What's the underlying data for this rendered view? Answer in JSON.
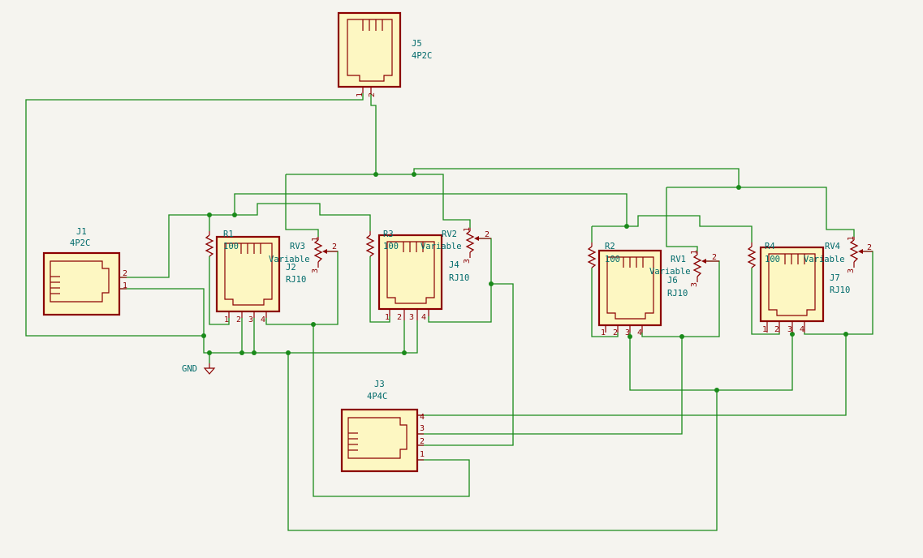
{
  "components": {
    "J1": {
      "ref": "J1",
      "value": "4P2C",
      "pins": [
        "2",
        "1"
      ]
    },
    "J2": {
      "ref": "J2",
      "value": "RJ10",
      "pins": [
        "1",
        "2",
        "3",
        "4"
      ]
    },
    "J3": {
      "ref": "J3",
      "value": "4P4C",
      "pins": [
        "4",
        "3",
        "2",
        "1"
      ]
    },
    "J4": {
      "ref": "J4",
      "value": "RJ10",
      "pins": [
        "1",
        "2",
        "3",
        "4"
      ]
    },
    "J5": {
      "ref": "J5",
      "value": "4P2C",
      "pins": [
        "1",
        "2"
      ]
    },
    "J6": {
      "ref": "J6",
      "value": "RJ10",
      "pins": [
        "1",
        "2",
        "3",
        "4"
      ]
    },
    "J7": {
      "ref": "J7",
      "value": "RJ10",
      "pins": [
        "1",
        "2",
        "3",
        "4"
      ]
    },
    "R1": {
      "ref": "R1",
      "value": "100"
    },
    "R2": {
      "ref": "R2",
      "value": "100"
    },
    "R3": {
      "ref": "R3",
      "value": "100"
    },
    "R4": {
      "ref": "R4",
      "value": "100"
    },
    "RV1": {
      "ref": "RV1",
      "value": "Variable",
      "pins": [
        "1",
        "2",
        "3"
      ]
    },
    "RV2": {
      "ref": "RV2",
      "value": "Variable",
      "pins": [
        "1",
        "2",
        "3"
      ]
    },
    "RV3": {
      "ref": "RV3",
      "value": "Variable",
      "pins": [
        "1",
        "2",
        "3"
      ]
    },
    "RV4": {
      "ref": "RV4",
      "value": "Variable",
      "pins": [
        "1",
        "2",
        "3"
      ]
    }
  },
  "power": {
    "gnd_label": "GND"
  },
  "colors": {
    "wire": "#1a8a1a",
    "component_outline": "#8b0000",
    "component_fill": "#fdf7c2",
    "label_text": "#006a6a",
    "background": "#f5f4ef"
  }
}
